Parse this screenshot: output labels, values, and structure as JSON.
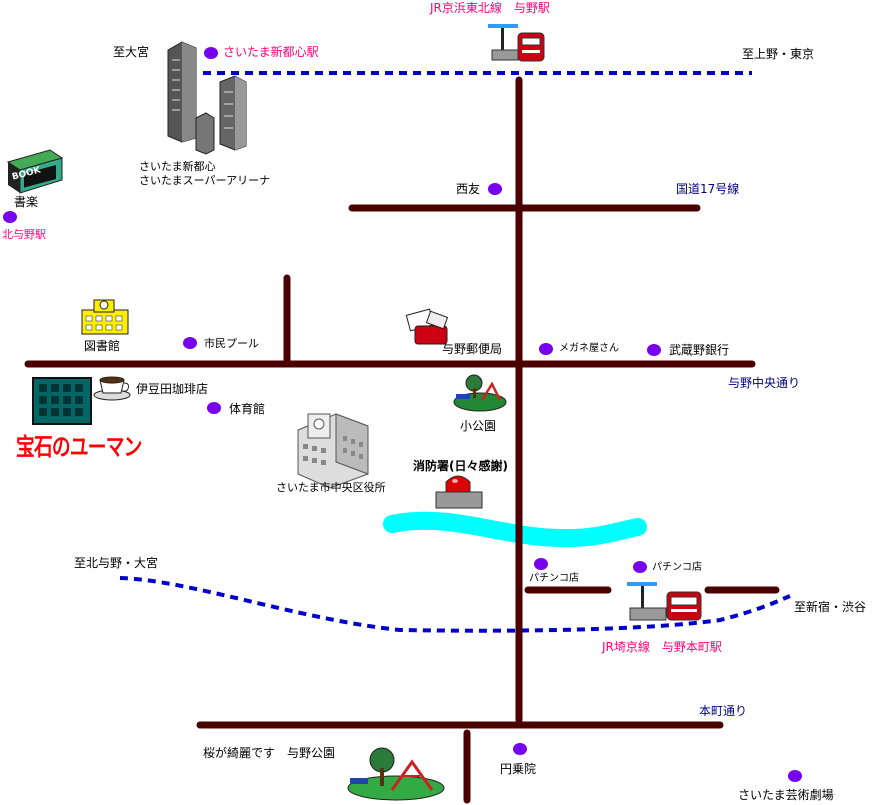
{
  "map": {
    "stations": {
      "yono": "JR京浜東北線　与野駅",
      "saitama_shintoshin": "さいたま新都心駅",
      "kita_yono": "北与野駅",
      "yono_honmachi": "JR埼京線　与野本町駅"
    },
    "directions": {
      "to_omiya": "至大宮",
      "to_ueno_tokyo": "至上野・東京",
      "to_kitayono_omiya": "至北与野・大宮",
      "to_shinjuku_shibuya": "至新宿・渋谷"
    },
    "roads": {
      "route17": "国道17号線",
      "yono_chuo": "与野中央通り",
      "honmachi": "本町通り"
    },
    "places": {
      "shintoshin_line1": "さいたま新都心",
      "shintoshin_line2": "さいたまスーパーアリーナ",
      "book_icon": "BOOK",
      "shoraku": "書楽",
      "nishitomo": "西友",
      "library": "図書館",
      "pool": "市民プール",
      "post_office": "与野郵便局",
      "optician": "メガネ屋さん",
      "musashino_bank": "武蔵野銀行",
      "izuta_coffee": "伊豆田珈琲店",
      "gym": "体育館",
      "small_park": "小公園",
      "ward_office": "さいたま市中央区役所",
      "fire_station": "消防署(日々感謝)",
      "pachinko_1": "パチンコ店",
      "pachinko_2": "パチンコ店",
      "sakura_park": "桜が綺麗です　与野公園",
      "enjoin": "円乗院",
      "arts_theater": "さいたま芸術劇場"
    },
    "shop": "宝石のユーマン",
    "colors": {
      "road": "#4a0000",
      "rail": "#0000cc",
      "river": "#00ffff",
      "poi_dot": "#7700ee",
      "station_text": "#ff0077",
      "road_text": "#000080",
      "shop_text": "#ff0000"
    }
  }
}
